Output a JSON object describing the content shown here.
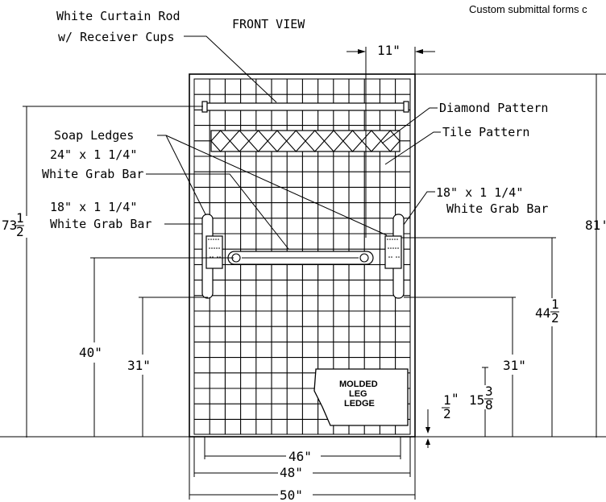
{
  "header": {
    "note": "Custom submittal forms c",
    "view_title": "FRONT VIEW",
    "curtain_rod_line1": "White Curtain Rod",
    "curtain_rod_line2": "w/ Receiver Cups"
  },
  "callouts": {
    "diamond_pattern": "Diamond Pattern",
    "tile_pattern": "Tile Pattern",
    "soap_ledges": "Soap Ledges",
    "grab_bar_24_line1": "24\" x 1 1/4\"",
    "grab_bar_24_line2": "White Grab Bar",
    "grab_bar_18_left_line1": "18\" x 1 1/4\"",
    "grab_bar_18_left_line2": "White Grab Bar",
    "grab_bar_18_right_line1": "18\" x 1 1/4\"",
    "grab_bar_18_right_line2": "White Grab Bar",
    "leg_ledge_line1": "MOLDED",
    "leg_ledge_line2": "LEG",
    "leg_ledge_line3": "LEDGE"
  },
  "dimensions": {
    "top_offset": "11\"",
    "overall_height": "81'",
    "rod_height_whole": "73",
    "rod_height_num": "1",
    "rod_height_den": "2",
    "left_grab_40": "40\"",
    "left_grab_31": "31\"",
    "right_grab_whole": "44",
    "right_grab_num": "1",
    "right_grab_den": "2",
    "right_grab_31": "31\"",
    "ledge_height_whole": "15",
    "ledge_height_num": "3",
    "ledge_height_den": "8",
    "threshold_num": "1",
    "threshold_den": "2",
    "threshold_mark": "\"",
    "width_inner": "46\"",
    "width_mid": "48\"",
    "width_outer": "50\""
  }
}
